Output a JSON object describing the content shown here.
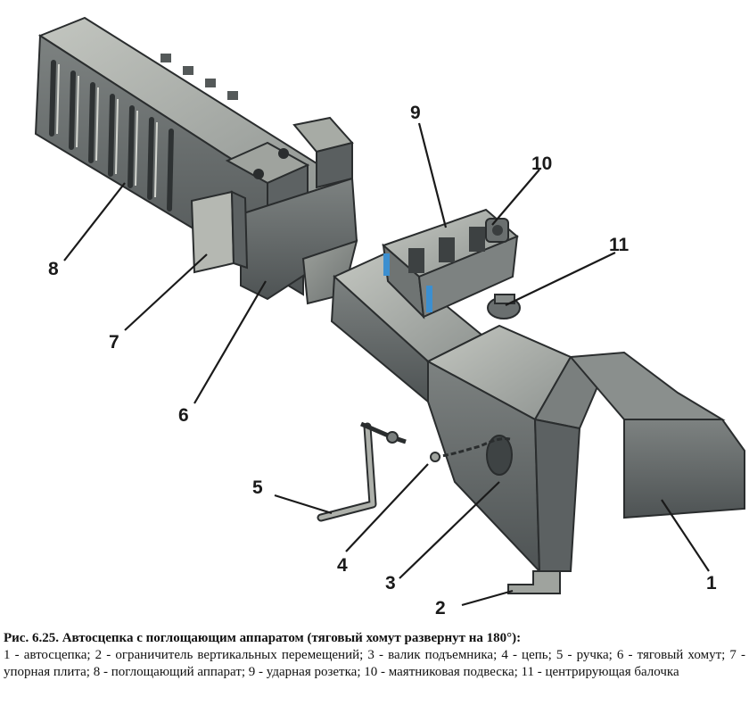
{
  "figure": {
    "callouts": [
      {
        "id": "callout-1",
        "text": "1"
      },
      {
        "id": "callout-2",
        "text": "2"
      },
      {
        "id": "callout-3",
        "text": "3"
      },
      {
        "id": "callout-4",
        "text": "4"
      },
      {
        "id": "callout-5",
        "text": "5"
      },
      {
        "id": "callout-6",
        "text": "6"
      },
      {
        "id": "callout-7",
        "text": "7"
      },
      {
        "id": "callout-8",
        "text": "8"
      },
      {
        "id": "callout-9",
        "text": "9"
      },
      {
        "id": "callout-10",
        "text": "10"
      },
      {
        "id": "callout-11",
        "text": "11"
      }
    ],
    "colors": {
      "metal_dark": "#5c6162",
      "metal_mid": "#8a8f8d",
      "metal_light": "#b9bcb6",
      "outline": "#2a2d2e",
      "accent_blue": "#3c8fd0"
    }
  },
  "caption": {
    "title": "Рис. 6.25. Автосцепка с поглощающим аппаратом (тяговый хомут развернут на 180°):",
    "text": "1 - автосцепка; 2 - ограничитель вертикальных перемещений; 3 - валик подъемника; 4 - цепь; 5 - ручка; 6 - тяговый хомут; 7 - упорная плита; 8 - поглощающий аппарат; 9 - ударная розетка; 10 - маятниковая подвеска; 11 - центрирующая балочка"
  }
}
